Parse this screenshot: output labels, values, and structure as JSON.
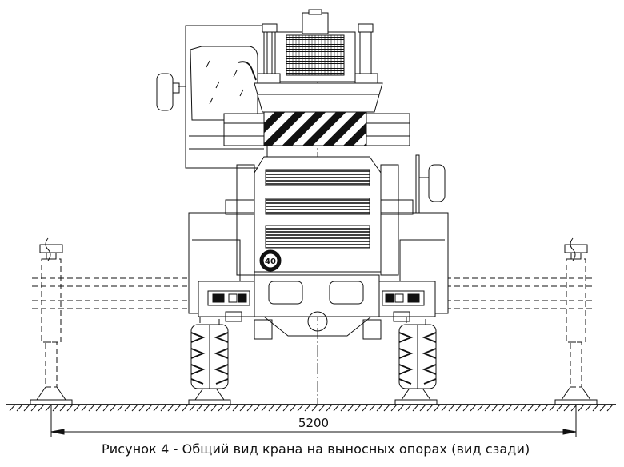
{
  "dimension": {
    "value": "5200"
  },
  "badge": {
    "speed_label": "40"
  },
  "caption": {
    "text": "Рисунок 4 - Общий вид крана на выносных опорах (вид сзади)"
  }
}
